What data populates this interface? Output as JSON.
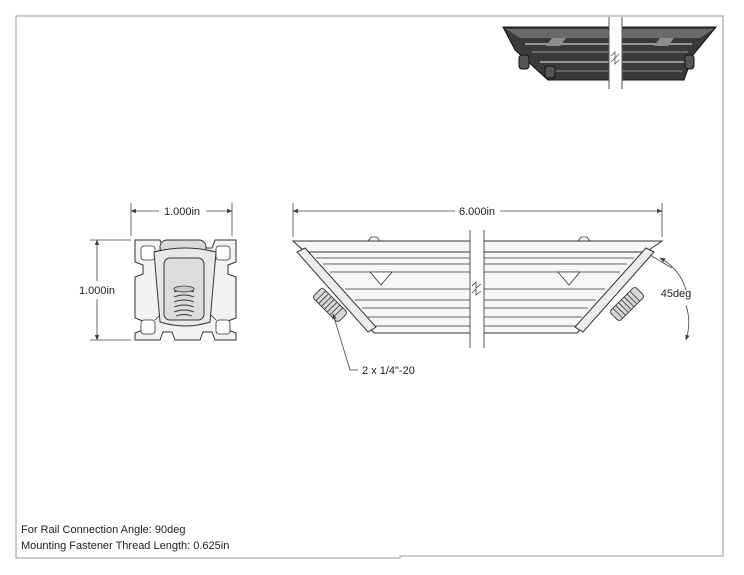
{
  "drawing": {
    "dimensions": {
      "end_width": "1.000in",
      "end_height": "1.000in",
      "length": "6.000in",
      "angle": "45deg",
      "fastener_callout": "2 x 1/4\"-20"
    },
    "notes": [
      "For Rail Connection Angle: 90deg",
      "Mounting Fastener Thread Length: 0.625in"
    ],
    "colors": {
      "line": "#333333",
      "dim_line": "#444444",
      "part_fill": "#f2f2f2",
      "shade": "#bdbdbd",
      "iso_dark": "#3a3a3a",
      "thread_fill": "#d8d8d8"
    }
  }
}
